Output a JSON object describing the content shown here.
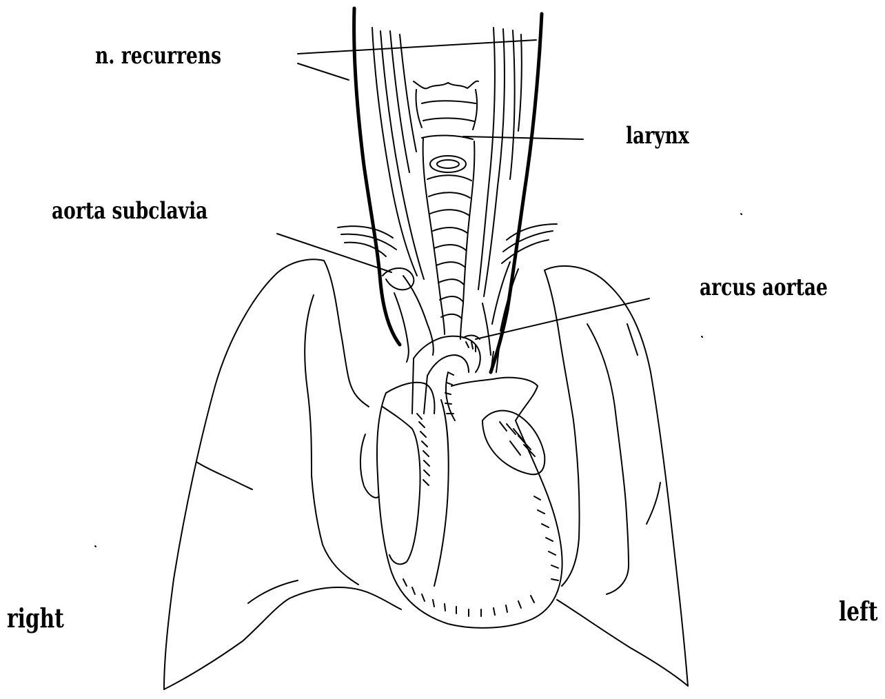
{
  "labels": {
    "recurrens": "n. recurrens",
    "larynx": "larynx",
    "subclavia": "aorta subclavia",
    "arcus": "arcus aortae",
    "right": "right",
    "left": "left"
  },
  "colors": {
    "ink": "#000000",
    "background": "#ffffff"
  }
}
